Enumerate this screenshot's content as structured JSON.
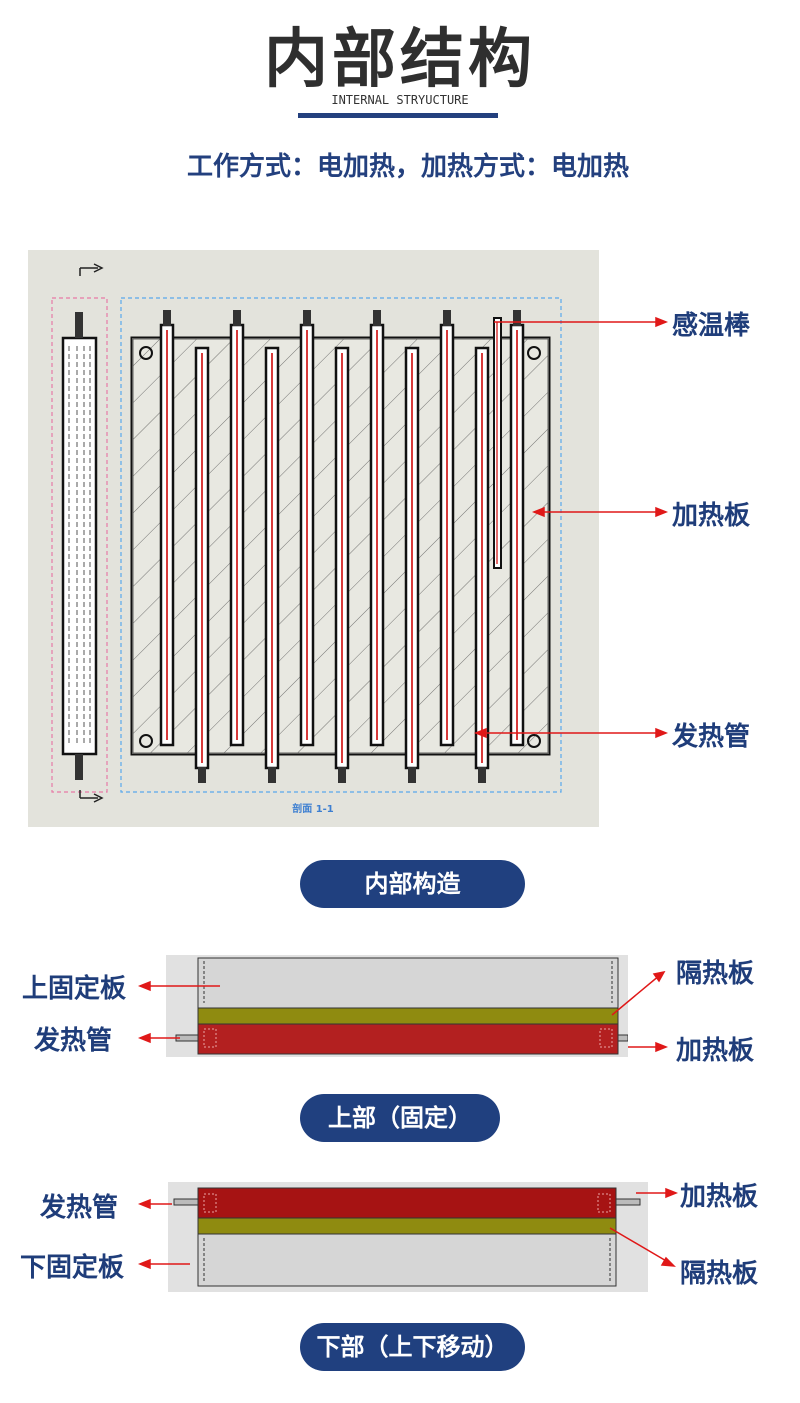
{
  "header": {
    "title": "内部结构",
    "subtitle": "INTERNAL STRYUCTURE",
    "work_mode": "工作方式：电加热，加热方式：电加热"
  },
  "diagram_main": {
    "section_caption": "剖面 1-1",
    "callouts": {
      "sensor": "感温棒",
      "plate": "加热板",
      "tube": "发热管"
    },
    "pill": "内部构造"
  },
  "upper_section": {
    "left_callouts": [
      "上固定板",
      "发热管"
    ],
    "right_callouts": [
      "隔热板",
      "加热板"
    ],
    "pill": "上部（固定）"
  },
  "lower_section": {
    "left_callouts": [
      "发热管",
      "下固定板"
    ],
    "right_callouts": [
      "加热板",
      "隔热板"
    ],
    "pill": "下部（上下移动）"
  },
  "colors": {
    "brand_blue": "#20407f",
    "heating_red": "#b32020",
    "insulation_olive": "#8f8b10",
    "plate_grey": "#d6d6d6",
    "arrow_red": "#e01818"
  }
}
